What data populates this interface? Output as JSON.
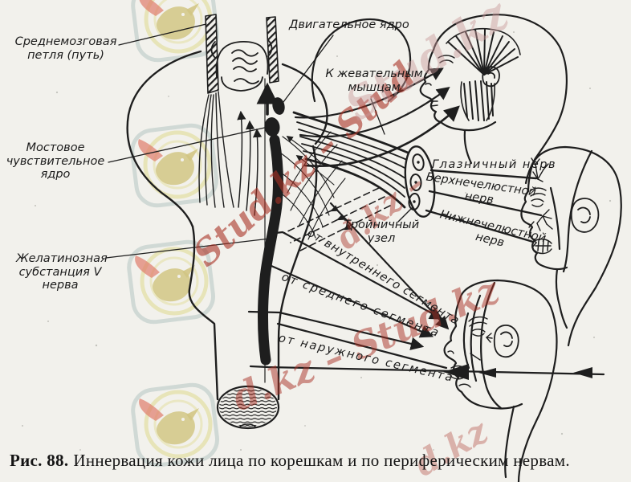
{
  "page": {
    "paper_color": "#f2f1ec",
    "ink_color": "#1e1e1e"
  },
  "caption": {
    "prefix": "Рис. 88.",
    "text": "Иннервация кожи лица по корешкам и по периферическим нервам."
  },
  "labels": {
    "midbrain_loop": "Среднемозговая петля (путь)",
    "motor_nucleus": "Двигательное ядро",
    "to_chewing_muscles": "К жевательным мышцам",
    "pontine_sensory_nucleus": "Мостовое чувствительное ядро",
    "gelatinous_substance_v": "Желатинозная субстанция V нерва",
    "ophthalmic_nerve": "Глазничный нерв",
    "maxillary_nerve": "Верхнечелюстной нерв",
    "mandibular_nerve": "Нижнечелюстной нерв",
    "trigeminal_ganglion": "Тройничный узел",
    "from_inner_segment": "от внутреннего сегмента",
    "from_middle_segment": "от среднего сегмента",
    "from_outer_segment": "от наружного сегмента"
  },
  "watermarks": {
    "site_name": "Stud.kz",
    "text_color": "#a93226",
    "fragments": [
      "Stud.kz – Stud",
      "Stud.kz",
      "d.kz – Stud.kz",
      "d.kz",
      "d.kz –"
    ],
    "logo_colors": {
      "frame": "#cbd5d2",
      "ring": "#e6e2b0",
      "bird": "#cdbf72",
      "flame": "#dd6a55"
    }
  }
}
